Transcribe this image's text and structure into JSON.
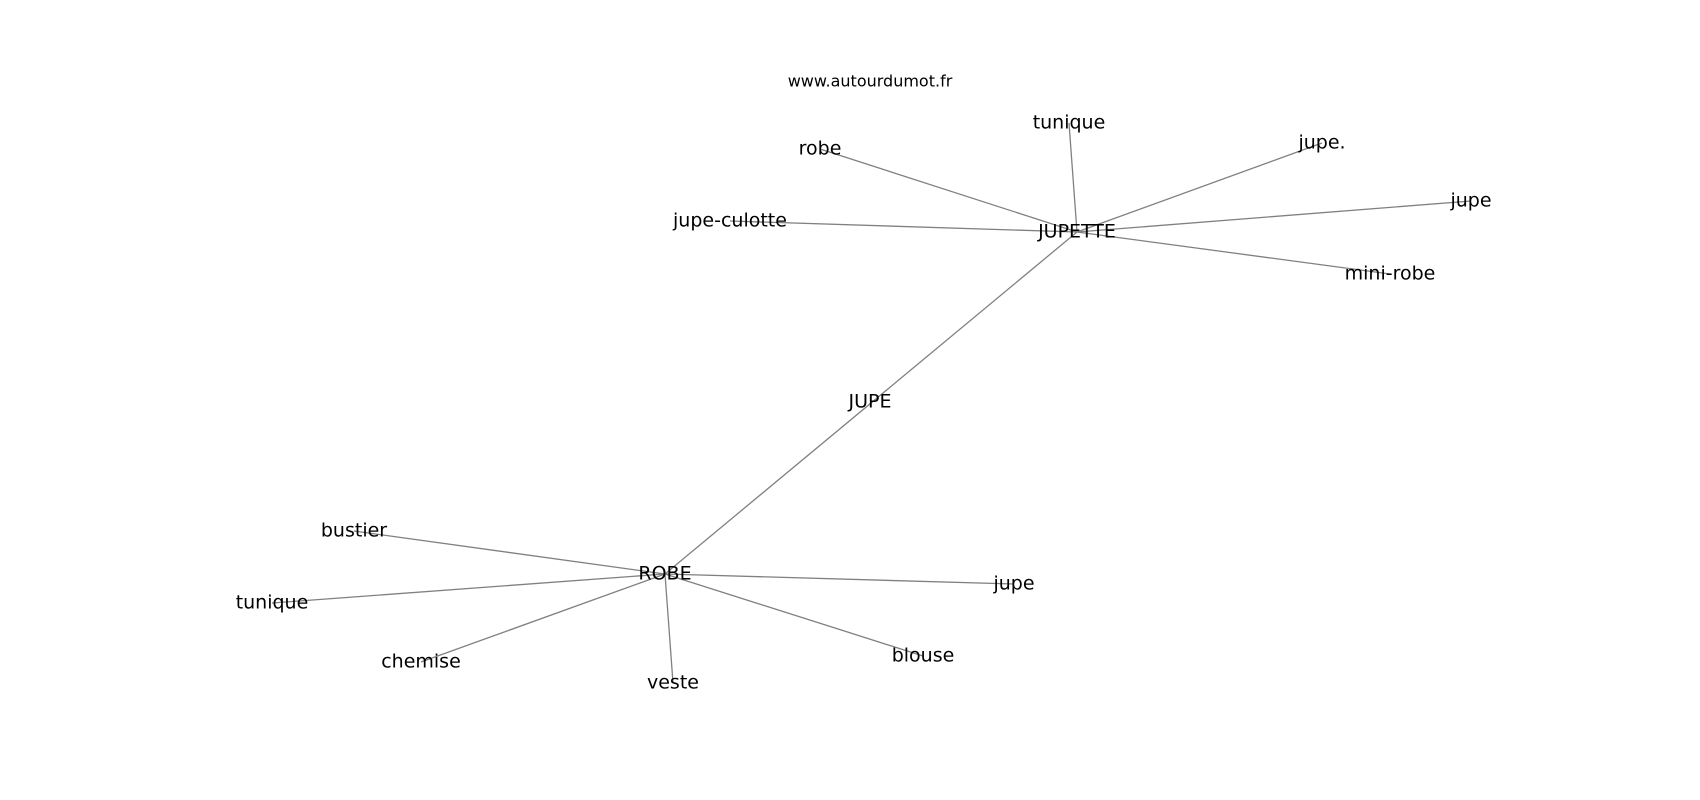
{
  "watermark": "www.autourdumot.fr",
  "colors": {
    "edge": "#808080",
    "text": "#000000",
    "background": "#ffffff"
  },
  "graph": {
    "nodes": [
      {
        "id": "jupe-center",
        "label": "JUPE"
      },
      {
        "id": "jupette",
        "label": "JUPETTE"
      },
      {
        "id": "robe-hub",
        "label": "ROBE"
      },
      {
        "id": "tunique-top",
        "label": "tunique"
      },
      {
        "id": "robe-leaf",
        "label": "robe"
      },
      {
        "id": "jupe-dot",
        "label": "jupe."
      },
      {
        "id": "jupe-right",
        "label": "jupe"
      },
      {
        "id": "jupe-culotte",
        "label": "jupe-culotte"
      },
      {
        "id": "mini-robe",
        "label": "mini-robe"
      },
      {
        "id": "bustier",
        "label": "bustier"
      },
      {
        "id": "tunique-left",
        "label": "tunique"
      },
      {
        "id": "chemise",
        "label": "chemise"
      },
      {
        "id": "veste",
        "label": "veste"
      },
      {
        "id": "blouse",
        "label": "blouse"
      },
      {
        "id": "jupe-bottom",
        "label": "jupe"
      }
    ],
    "edges": [
      [
        "jupette",
        "robe-hub"
      ],
      [
        "jupette",
        "tunique-top"
      ],
      [
        "jupette",
        "robe-leaf"
      ],
      [
        "jupette",
        "jupe-dot"
      ],
      [
        "jupette",
        "jupe-right"
      ],
      [
        "jupette",
        "jupe-culotte"
      ],
      [
        "jupette",
        "mini-robe"
      ],
      [
        "robe-hub",
        "bustier"
      ],
      [
        "robe-hub",
        "tunique-left"
      ],
      [
        "robe-hub",
        "chemise"
      ],
      [
        "robe-hub",
        "veste"
      ],
      [
        "robe-hub",
        "blouse"
      ],
      [
        "robe-hub",
        "jupe-bottom"
      ]
    ]
  }
}
